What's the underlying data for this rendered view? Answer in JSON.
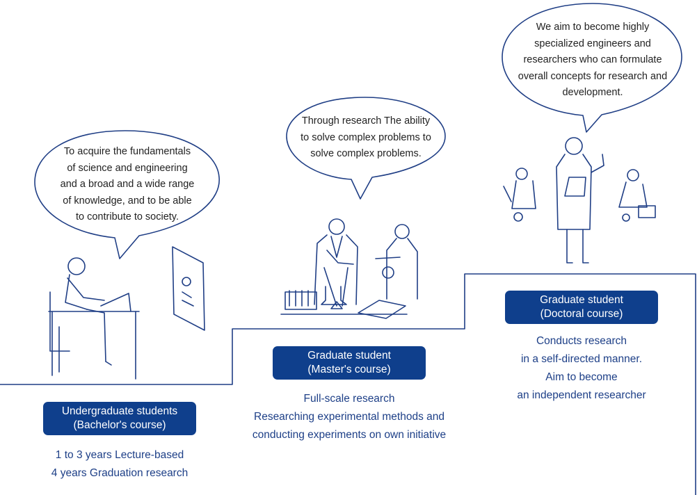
{
  "colors": {
    "navy": "#0f3f8c",
    "line": "#1f3e85",
    "text": "#1d3f87"
  },
  "stages": [
    {
      "bubble": [
        "To acquire the fundamentals",
        "of science and engineering",
        "and a broad and a wide range",
        "of knowledge, and to be able",
        "to contribute to society."
      ],
      "badge": [
        "Undergraduate students",
        "(Bachelor's course)"
      ],
      "description": [
        "1 to 3 years Lecture-based",
        "4 years Graduation research"
      ]
    },
    {
      "bubble": [
        "Through research The ability",
        "to solve complex problems to",
        "solve complex problems."
      ],
      "badge": [
        "Graduate student",
        "(Master's course)"
      ],
      "description": [
        "Full-scale research",
        "Researching experimental methods and",
        "conducting experiments on own initiative"
      ]
    },
    {
      "bubble": [
        "We aim to become highly",
        "specialized engineers and",
        "researchers who can formulate",
        "overall concepts for research and",
        "development."
      ],
      "badge": [
        "Graduate student",
        "(Doctoral course)"
      ],
      "description": [
        "Conducts research",
        "in a self-directed manner.",
        "Aim to become",
        "an independent researcher"
      ]
    }
  ]
}
